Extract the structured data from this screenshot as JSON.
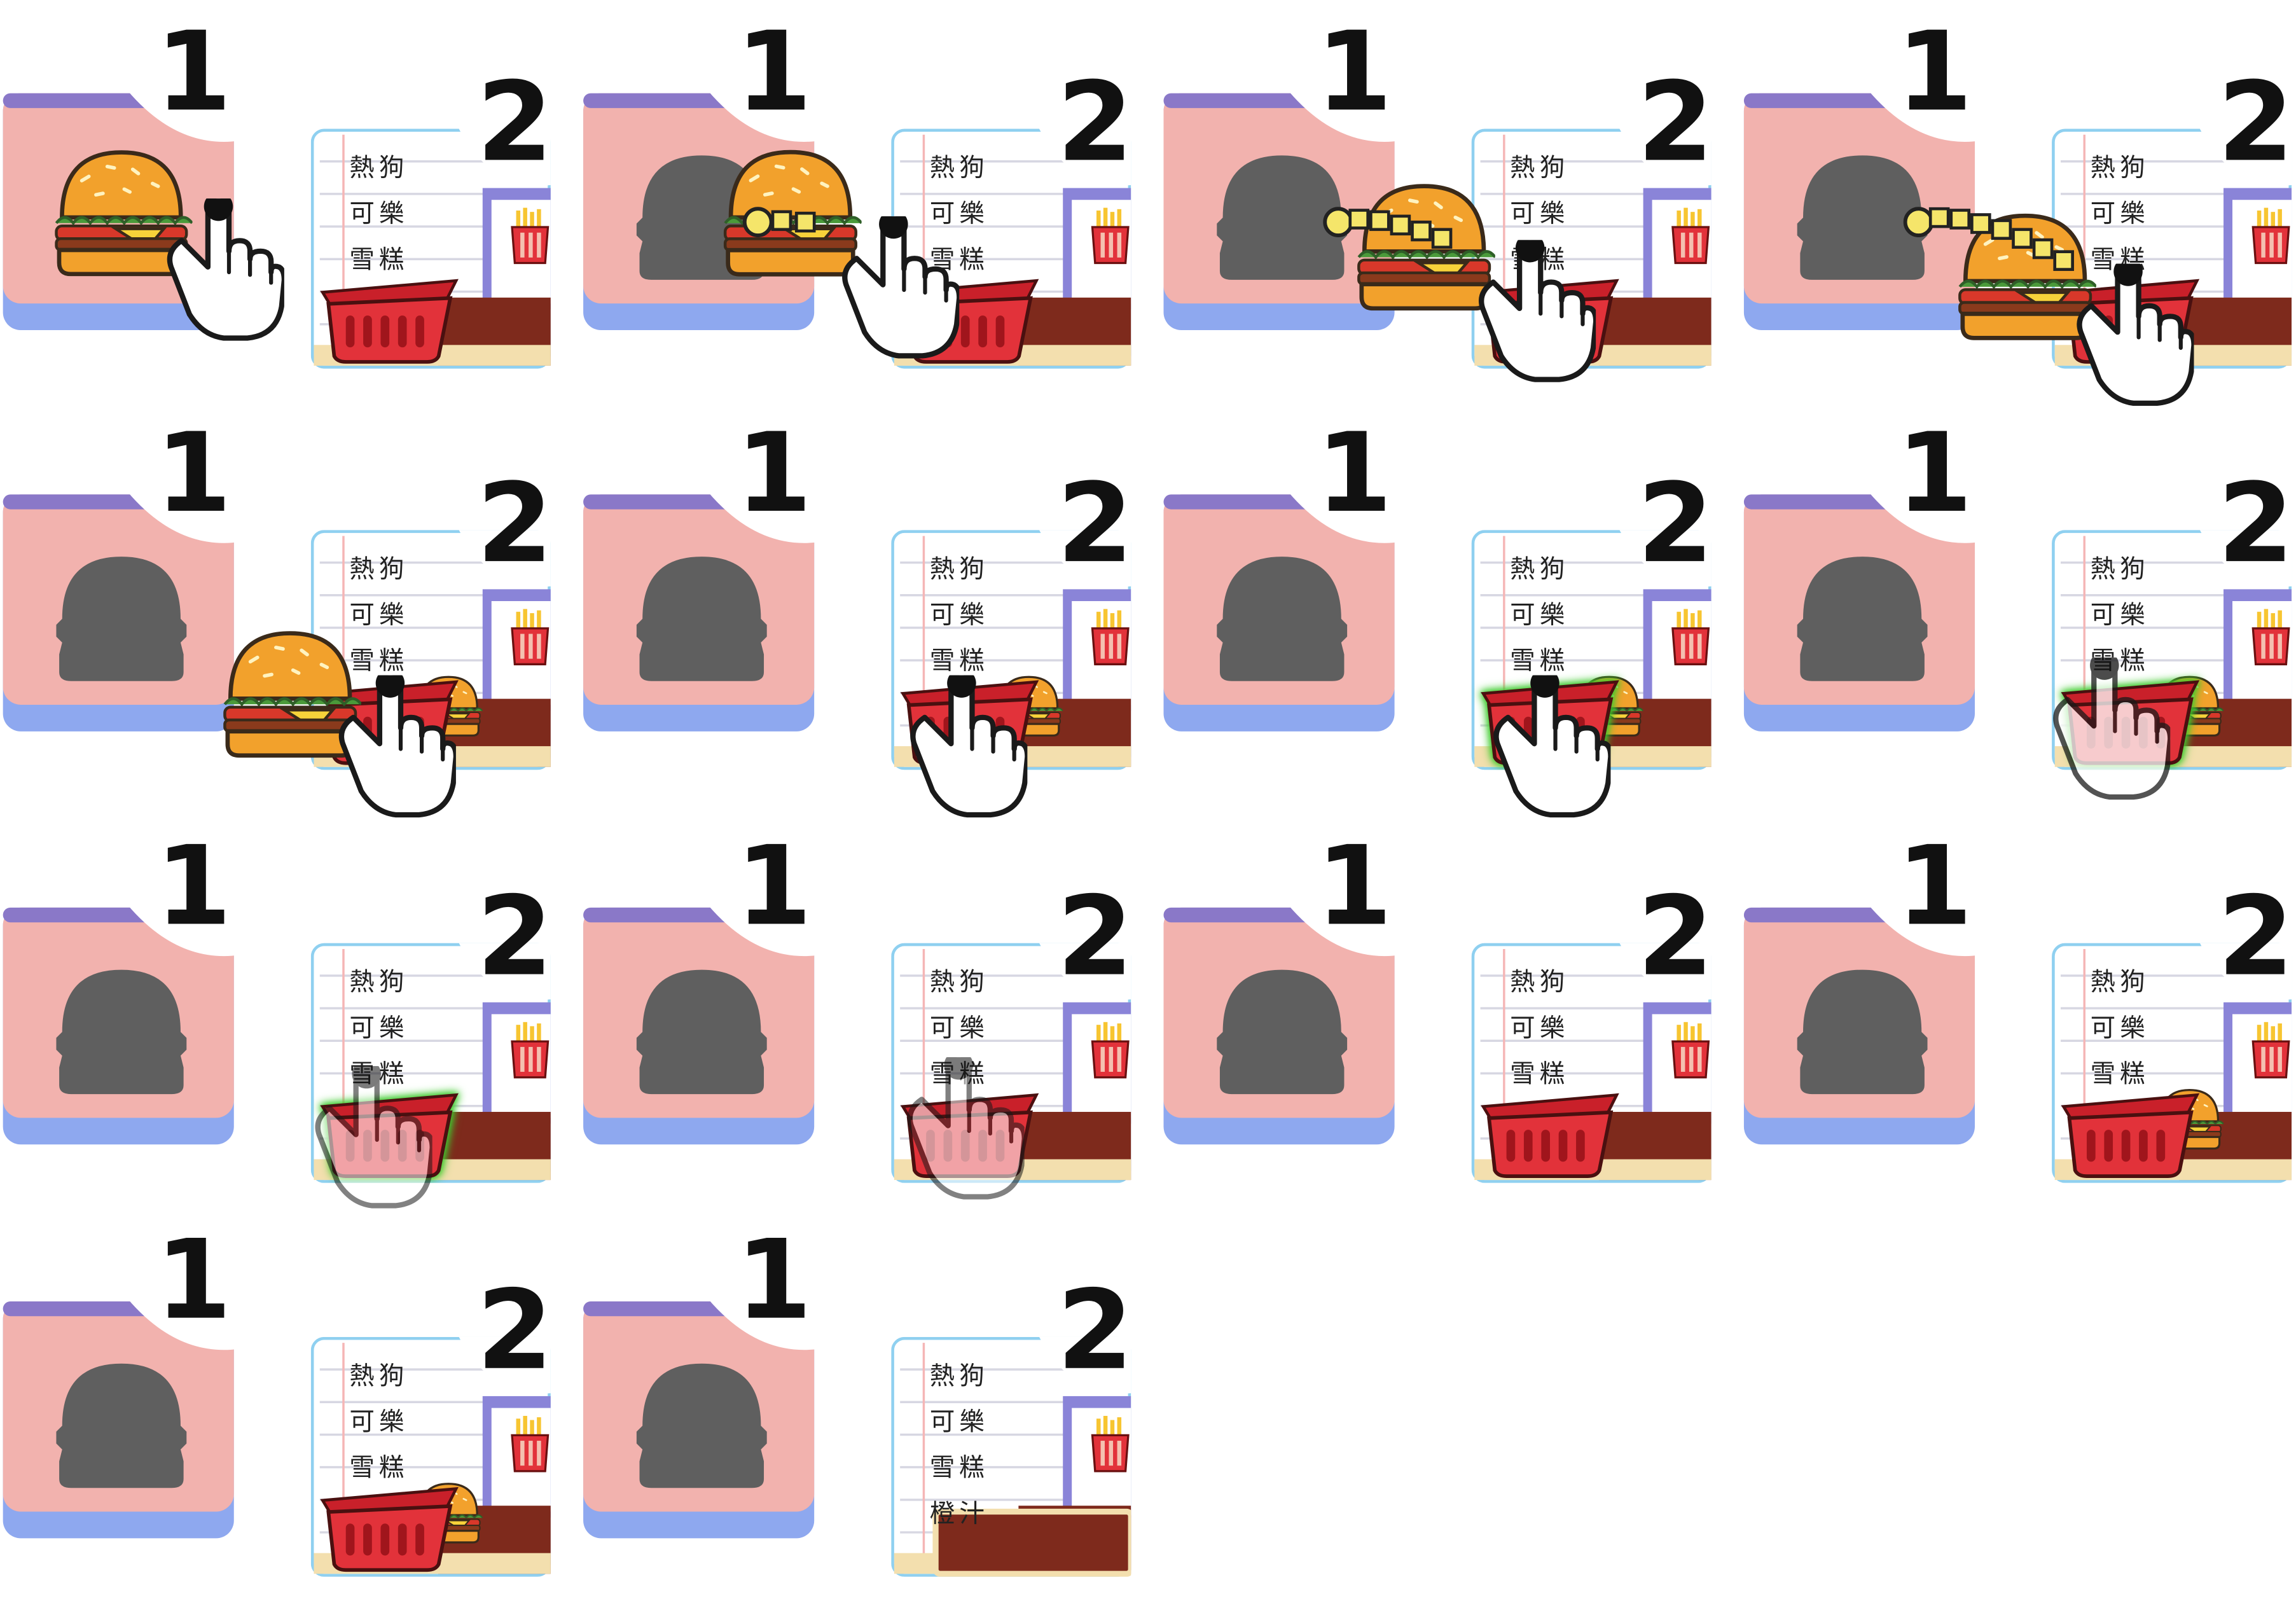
{
  "labels": {
    "card1": "1",
    "card2": "2"
  },
  "menu": [
    "熱狗",
    "可樂",
    "雪糕"
  ],
  "menu_last_frame_extra": "橙汁",
  "colors": {
    "card_pink": "#f2b2ae",
    "card_blue_border": "#8ea8ef",
    "card_purple_bar": "#8a78c8",
    "silhouette": "#5f5f5f",
    "basket_red": "#e2323a",
    "basket_highlight": "#3ecb2e",
    "counter_brown": "#7e2a1c",
    "guide_dot_yellow": "#f5e56a"
  },
  "icons": [
    "hamburger-icon",
    "pointing-hand-icon",
    "basket-icon",
    "fries-icon",
    "burger-silhouette"
  ],
  "frames": [
    {
      "step": 1,
      "card1": "burger",
      "hand": "tap-burger"
    },
    {
      "step": 2,
      "card1": "silhouette+burger",
      "dots": 3,
      "hand": "drag"
    },
    {
      "step": 3,
      "card1": "silhouette",
      "dots": 6,
      "hand": "drag"
    },
    {
      "step": 4,
      "card1": "silhouette",
      "dots": 8,
      "hand": "drag-over-card2"
    },
    {
      "step": 5,
      "card1": "silhouette",
      "small_burger": true,
      "hand": "drag-near-basket"
    },
    {
      "step": 6,
      "card1": "silhouette",
      "small_burger": true,
      "hand": "tap-basket"
    },
    {
      "step": 7,
      "card1": "silhouette",
      "small_burger": true,
      "basket_highlight": true,
      "hand": "tap-basket"
    },
    {
      "step": 8,
      "card1": "silhouette",
      "small_burger": true,
      "basket_highlight": true,
      "hand": "ghost"
    },
    {
      "step": 9,
      "card1": "silhouette",
      "basket_highlight": true,
      "hand": "ghost-fading"
    },
    {
      "step": 10,
      "card1": "silhouette",
      "hand": "ghost-fading"
    },
    {
      "step": 11,
      "card1": "silhouette"
    },
    {
      "step": 12,
      "card1": "silhouette",
      "small_burger": true
    },
    {
      "step": 13,
      "card1": "silhouette",
      "small_burger": true
    },
    {
      "step": 14,
      "card1": "silhouette",
      "menu_extra": true,
      "no_basket": true
    }
  ]
}
